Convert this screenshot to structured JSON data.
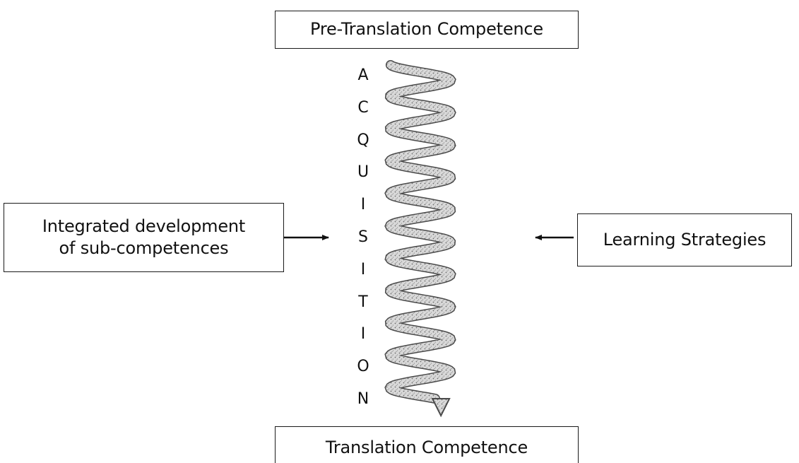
{
  "boxes": {
    "top": "Pre-Translation Competence",
    "bottom": "Translation Competence",
    "left_line1": "Integrated development",
    "left_line2": "of sub-competences",
    "right": "Learning Strategies"
  },
  "vertical_word": [
    "A",
    "C",
    "Q",
    "U",
    "I",
    "S",
    "I",
    "T",
    "I",
    "O",
    "N"
  ]
}
